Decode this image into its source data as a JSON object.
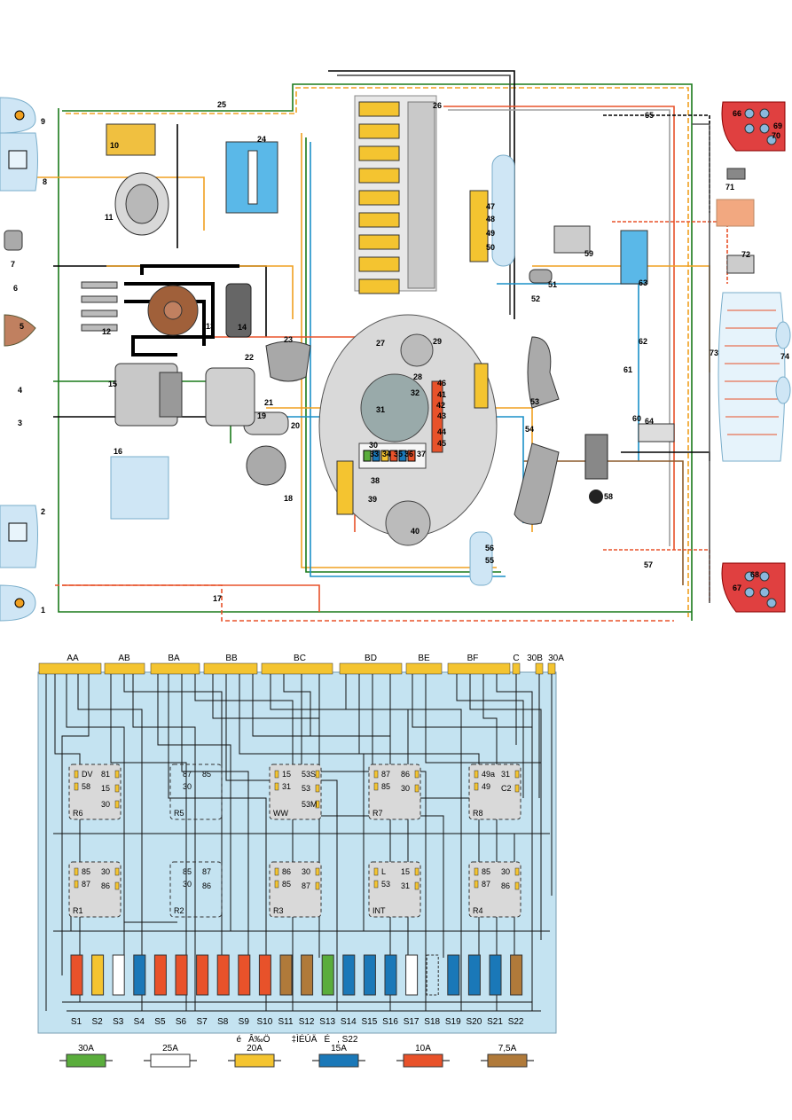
{
  "components": [
    "1",
    "2",
    "3",
    "4",
    "5",
    "6",
    "7",
    "8",
    "9",
    "10",
    "11",
    "12",
    "13",
    "14",
    "15",
    "16",
    "17",
    "18",
    "19",
    "20",
    "21",
    "22",
    "23",
    "24",
    "25",
    "26",
    "27",
    "28",
    "29",
    "30",
    "31",
    "32",
    "33",
    "34",
    "35",
    "36",
    "37",
    "38",
    "39",
    "40",
    "41",
    "42",
    "43",
    "44",
    "45",
    "46",
    "47",
    "48",
    "49",
    "50",
    "51",
    "52",
    "53",
    "54",
    "55",
    "56",
    "57",
    "58",
    "59",
    "60",
    "61",
    "62",
    "63",
    "64",
    "65",
    "66",
    "67",
    "68",
    "69",
    "70",
    "71",
    "72",
    "73",
    "74"
  ],
  "connectors": [
    "AA",
    "AB",
    "BA",
    "BB",
    "BC",
    "BD",
    "BE",
    "BF",
    "C",
    "30B",
    "30A"
  ],
  "fuses": [
    "S1",
    "S2",
    "S3",
    "S4",
    "S5",
    "S6",
    "S7",
    "S8",
    "S9",
    "S10",
    "S11",
    "S12",
    "S13",
    "S14",
    "S15",
    "S16",
    "S17",
    "S18",
    "S19",
    "S20",
    "S21",
    "S22"
  ],
  "relays": {
    "R6": {
      "name": "R6",
      "pins": [
        "DV",
        "58",
        "81",
        "15",
        "30"
      ]
    },
    "R5": {
      "name": "R5",
      "pins": [
        "87",
        "30",
        "85"
      ]
    },
    "WW": {
      "name": "WW",
      "pins": [
        "15",
        "31",
        "53S",
        "53",
        "53M"
      ]
    },
    "R7": {
      "name": "R7",
      "pins": [
        "87",
        "85",
        "86",
        "30"
      ]
    },
    "R8": {
      "name": "R8",
      "pins": [
        "49a",
        "49",
        "31",
        "C2"
      ]
    },
    "R1": {
      "name": "R1",
      "pins": [
        "85",
        "87",
        "30",
        "86"
      ]
    },
    "R2": {
      "name": "R2",
      "pins": [
        "85",
        "30",
        "87",
        "86"
      ]
    },
    "R3": {
      "name": "R3",
      "pins": [
        "86",
        "85",
        "30",
        "87"
      ]
    },
    "INT": {
      "name": "INT",
      "pins": [
        "L",
        "53",
        "15",
        "31"
      ]
    },
    "R4": {
      "name": "R4",
      "pins": [
        "85",
        "87",
        "30",
        "86"
      ]
    }
  },
  "caption": "éÂ‰Ö‡ÌÉÚÄÉ, S22",
  "legend": [
    {
      "label": "30A",
      "color": "#5aad3c"
    },
    {
      "label": "25A",
      "color": "#ffffff"
    },
    {
      "label": "20A",
      "color": "#f4c430"
    },
    {
      "label": "15A",
      "color": "#1a78b8"
    },
    {
      "label": "10A",
      "color": "#e8522a"
    },
    {
      "label": "7,5A",
      "color": "#b07a3a"
    }
  ],
  "fuse_colors": [
    "#e8522a",
    "#f4c430",
    "#ffffff",
    "#1a78b8",
    "#e8522a",
    "#e8522a",
    "#e8522a",
    "#e8522a",
    "#e8522a",
    "#e8522a",
    "#b07a3a",
    "#b07a3a",
    "#5aad3c",
    "#1a78b8",
    "#1a78b8",
    "#1a78b8",
    "#ffffff",
    "",
    "#1a78b8",
    "#1a78b8",
    "#1a78b8",
    "#b07a3a"
  ]
}
